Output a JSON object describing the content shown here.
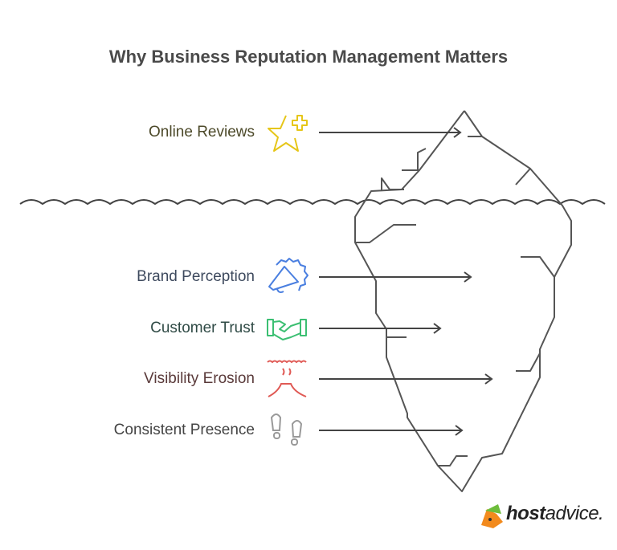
{
  "title": "Why Business Reputation Management Matters",
  "items": [
    {
      "label": "Online Reviews",
      "icon": "star-plus-icon",
      "color": "#e6c619",
      "text_color": "#4d4a2a"
    },
    {
      "label": "Brand Perception",
      "icon": "megaphone-icon",
      "color": "#4a7fe0",
      "text_color": "#3e4a5e"
    },
    {
      "label": "Customer Trust",
      "icon": "handshake-icon",
      "color": "#3bbf72",
      "text_color": "#2f4a45"
    },
    {
      "label": "Visibility Erosion",
      "icon": "volcano-icon",
      "color": "#e05a55",
      "text_color": "#5a3a3a"
    },
    {
      "label": "Consistent Presence",
      "icon": "footprints-icon",
      "color": "#999999",
      "text_color": "#444444"
    }
  ],
  "logo": {
    "bold": "host",
    "regular": "advice."
  }
}
